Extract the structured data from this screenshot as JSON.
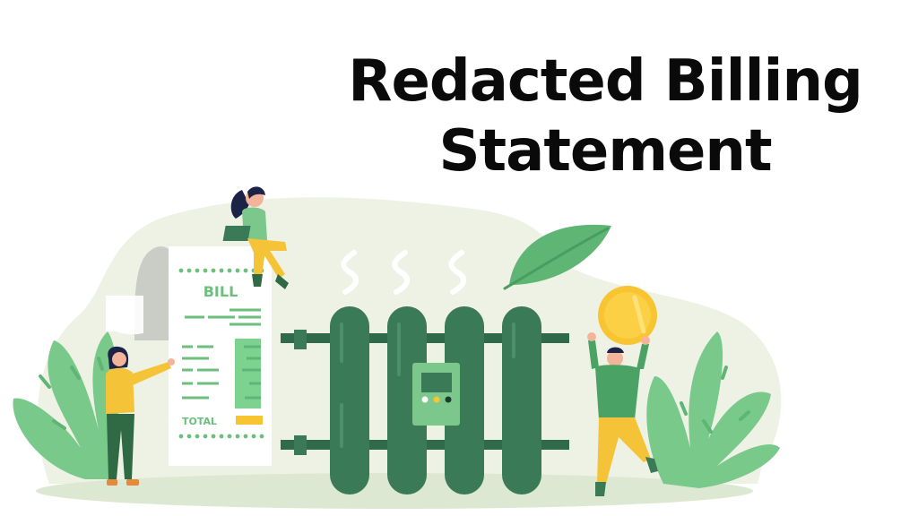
{
  "header": {
    "title_line_1": "Redacted Billing",
    "title_line_2": "Statement"
  },
  "illustration": {
    "bill": {
      "heading": "BILL",
      "total_label": "TOTAL"
    },
    "icons": [
      "bill-icon",
      "radiator-icon",
      "thermostat-icon",
      "coin-icon",
      "leaf-icon",
      "bush-icon",
      "steam-icon",
      "laptop-icon"
    ],
    "colors": {
      "background_blob": "#eef2e4",
      "ground_shadow": "#dde8d2",
      "radiator": "#3b7a57",
      "radiator_dark": "#2f6a4a",
      "thermostat": "#7cc88c",
      "bill_green": "#6cbf7c",
      "leaf": "#5fb573",
      "bush": "#78c98a",
      "coin": "#f7c531",
      "shirt_yellow": "#f5c338",
      "shirt_green": "#4aa365",
      "pants_green": "#2f6a45",
      "pants_yellow": "#f5c338",
      "hair": "#1b2347",
      "skin": "#f4b49a",
      "paper": "#ffffff",
      "paper_roll": "#c9cdc6"
    }
  }
}
